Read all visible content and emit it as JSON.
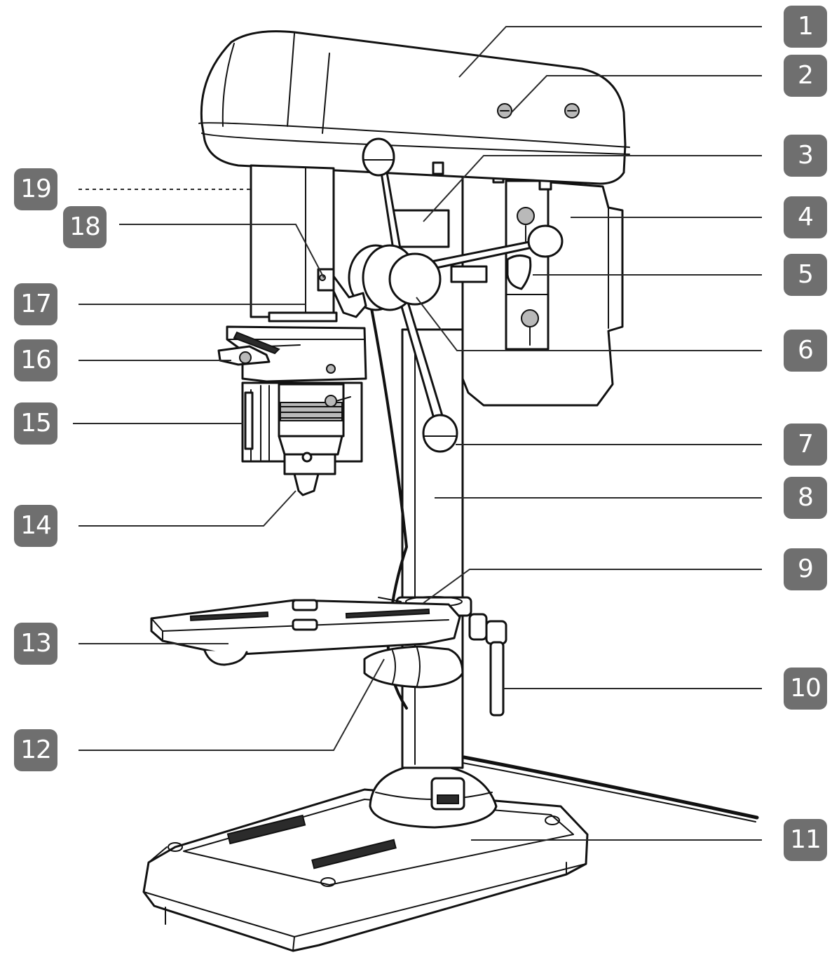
{
  "diagram": {
    "subject": "drill-press",
    "callouts": [
      {
        "id": "1",
        "label": "1"
      },
      {
        "id": "2",
        "label": "2"
      },
      {
        "id": "3",
        "label": "3"
      },
      {
        "id": "4",
        "label": "4"
      },
      {
        "id": "5",
        "label": "5"
      },
      {
        "id": "6",
        "label": "6"
      },
      {
        "id": "7",
        "label": "7"
      },
      {
        "id": "8",
        "label": "8"
      },
      {
        "id": "9",
        "label": "9"
      },
      {
        "id": "10",
        "label": "10"
      },
      {
        "id": "11",
        "label": "11"
      },
      {
        "id": "12",
        "label": "12"
      },
      {
        "id": "13",
        "label": "13"
      },
      {
        "id": "14",
        "label": "14"
      },
      {
        "id": "15",
        "label": "15"
      },
      {
        "id": "16",
        "label": "16"
      },
      {
        "id": "17",
        "label": "17"
      },
      {
        "id": "18",
        "label": "18"
      },
      {
        "id": "19",
        "label": "19"
      }
    ],
    "colors": {
      "badge_fill": "#6f6f6f",
      "badge_text": "#ffffff",
      "line_art": "#111111",
      "background": "#ffffff"
    }
  }
}
